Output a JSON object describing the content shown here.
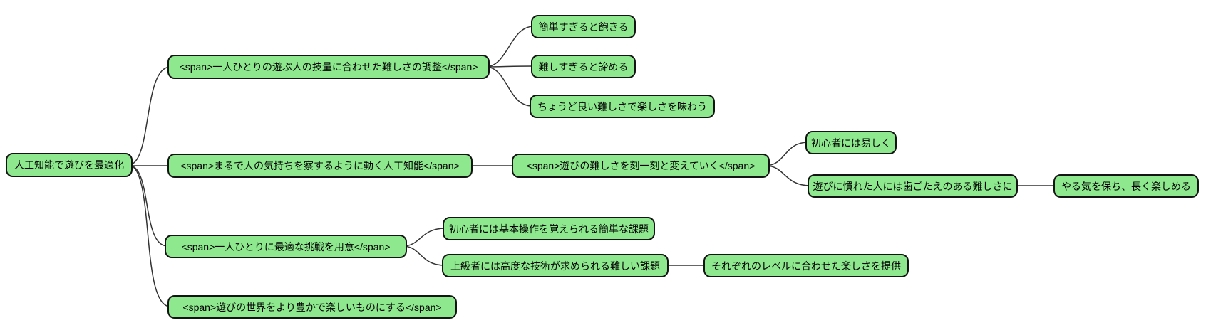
{
  "mindmap": {
    "type": "mindmap-diagram",
    "colors": {
      "node_fill": "#8de88e",
      "node_border": "#141414",
      "edge": "#333333",
      "background": "#ffffff",
      "text": "#000000"
    },
    "root": {
      "label": "人工知能で遊びを最適化",
      "children": [
        {
          "label": "<span>一人ひとりの遊ぶ人の技量に合わせた難しさの調整</span>",
          "children": [
            {
              "label": "簡単すぎると飽きる"
            },
            {
              "label": "難しすぎると諦める"
            },
            {
              "label": "ちょうど良い難しさで楽しさを味わう"
            }
          ]
        },
        {
          "label": "<span>まるで人の気持ちを察するように動く人工知能</span>",
          "children": [
            {
              "label": "<span>遊びの難しさを刻一刻と変えていく</span>",
              "children": [
                {
                  "label": "初心者には易しく"
                },
                {
                  "label": "遊びに慣れた人には歯ごたえのある難しさに",
                  "children": [
                    {
                      "label": "やる気を保ち、長く楽しめる"
                    }
                  ]
                }
              ]
            }
          ]
        },
        {
          "label": "<span>一人ひとりに最適な挑戦を用意</span>",
          "children": [
            {
              "label": "初心者には基本操作を覚えられる簡単な課題"
            },
            {
              "label": "上級者には高度な技術が求められる難しい課題",
              "children": [
                {
                  "label": "それぞれのレベルに合わせた楽しさを提供"
                }
              ]
            }
          ]
        },
        {
          "label": "<span>遊びの世界をより豊かで楽しいものにする</span>"
        }
      ]
    }
  }
}
